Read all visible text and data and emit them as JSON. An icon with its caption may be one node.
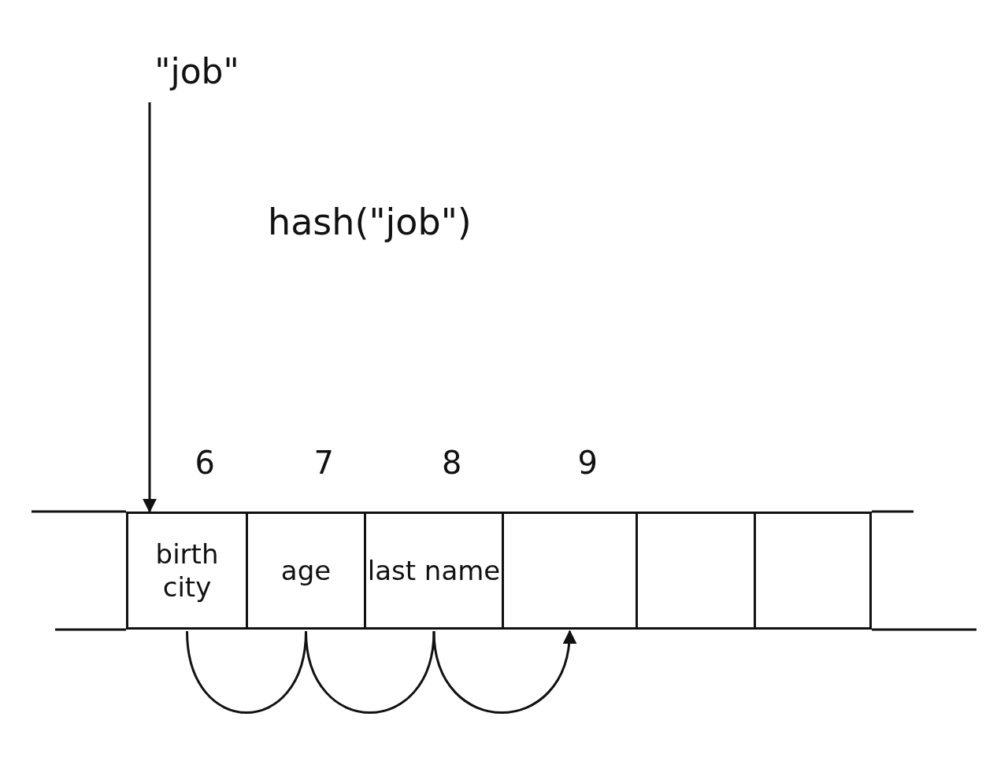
{
  "diagram": {
    "nodes": [
      {
        "text": [
          "\"job\""
        ]
      },
      {
        "text": [
          "birth city"
        ],
        "beside": [
          "6"
        ]
      },
      {
        "text": [
          "age"
        ],
        "beside": [
          "7"
        ]
      },
      {
        "text": [
          "last name"
        ],
        "beside": [
          "8"
        ]
      },
      {
        "text": [],
        "shape": "box",
        "beside": [
          "9"
        ]
      },
      {
        "text": [],
        "shape": "box"
      },
      {
        "text": [],
        "shape": "box"
      }
    ],
    "edges": [
      {
        "from": 0,
        "to": 1,
        "arrow": "to",
        "label": "hash(\"job\")"
      },
      {
        "from": 1,
        "to": 2,
        "arrow": "none"
      },
      {
        "from": 2,
        "to": 3,
        "arrow": "none"
      },
      {
        "from": 3,
        "to": 4,
        "arrow": "to"
      }
    ]
  }
}
